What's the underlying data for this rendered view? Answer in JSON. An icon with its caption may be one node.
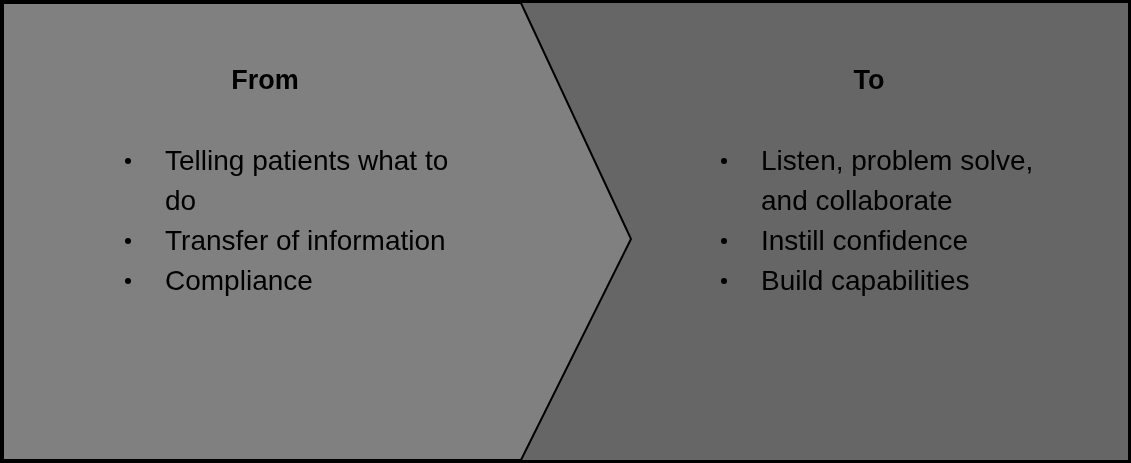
{
  "diagram": {
    "nodes": [
      {
        "text": [
          "From",
          "Telling patients what to do",
          "Transfer of information",
          "Compliance"
        ]
      },
      {
        "text": [
          "To",
          "Listen, problem solve, and collaborate",
          "Instill confidence",
          "Build capabilities"
        ]
      }
    ]
  }
}
